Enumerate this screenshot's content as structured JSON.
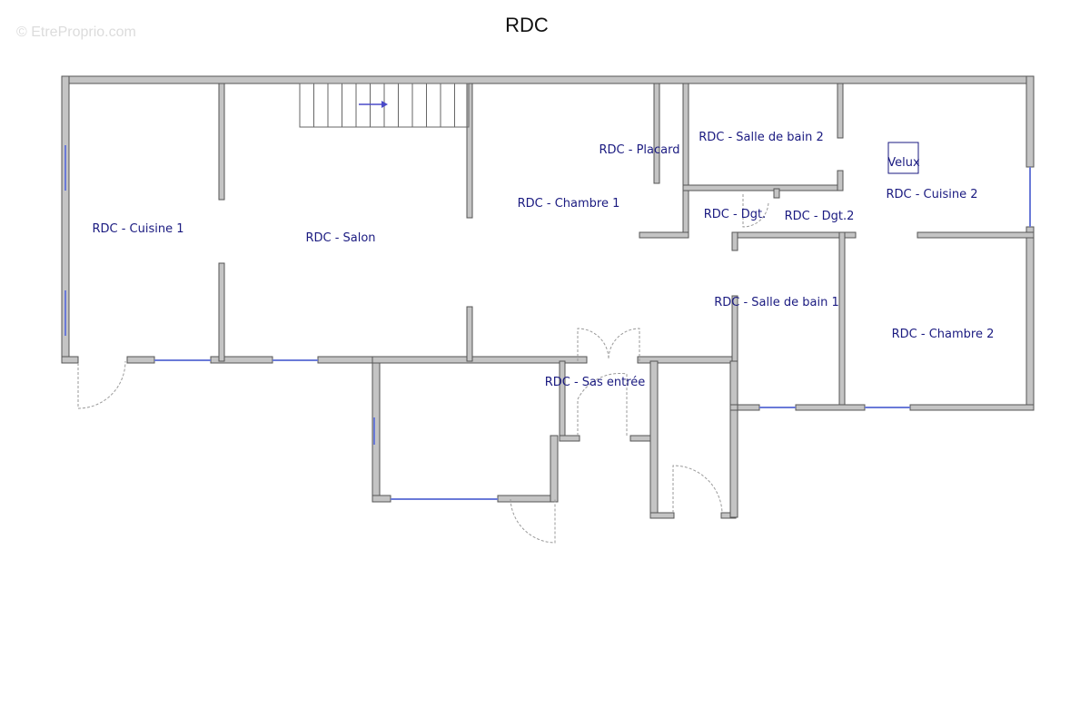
{
  "watermark": "© EtreProprio.com",
  "title": "RDC",
  "colors": {
    "label": "#1a1a80",
    "wall_outline": "#555555",
    "wall_fill": "#c4c4c4",
    "window": "#6a7ad8",
    "door_arc": "#9a9a9a"
  },
  "rooms": [
    {
      "id": "cuisine-1",
      "label": "RDC - Cuisine 1"
    },
    {
      "id": "salon",
      "label": "RDC - Salon"
    },
    {
      "id": "chambre-1",
      "label": "RDC - Chambre 1"
    },
    {
      "id": "placard",
      "label": "RDC - Placard"
    },
    {
      "id": "salle-de-bain-2",
      "label": "RDC - Salle de bain 2"
    },
    {
      "id": "velux",
      "label": "Velux"
    },
    {
      "id": "cuisine-2",
      "label": "RDC - Cuisine 2"
    },
    {
      "id": "dgt",
      "label": "RDC - Dgt."
    },
    {
      "id": "dgt-2",
      "label": "RDC - Dgt.2"
    },
    {
      "id": "salle-de-bain-1",
      "label": "RDC - Salle de bain 1"
    },
    {
      "id": "chambre-2",
      "label": "RDC - Chambre 2"
    },
    {
      "id": "sas-entree",
      "label": "RDC - Sas entrée"
    }
  ]
}
